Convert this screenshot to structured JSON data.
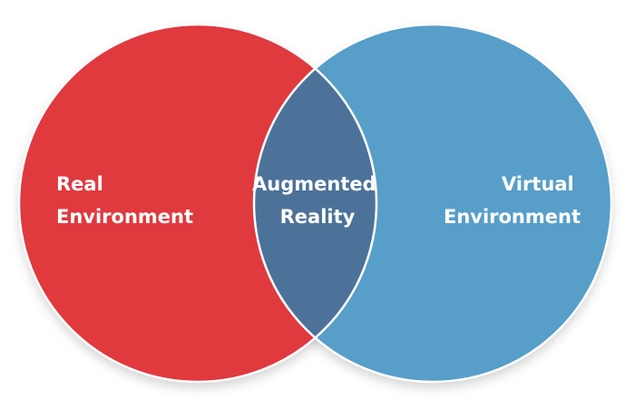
{
  "diagram": {
    "type": "venn",
    "sets": [
      {
        "id": "left",
        "lines": [
          "Real",
          "Environment"
        ],
        "color": "#E0393E"
      },
      {
        "id": "right",
        "lines": [
          "Virtual",
          "Environment"
        ],
        "color": "#579EC9"
      }
    ],
    "intersection": {
      "lines": [
        "Augmented",
        "Reality"
      ],
      "color": "#4D7299"
    },
    "outline_color": "#FFFFFF"
  }
}
